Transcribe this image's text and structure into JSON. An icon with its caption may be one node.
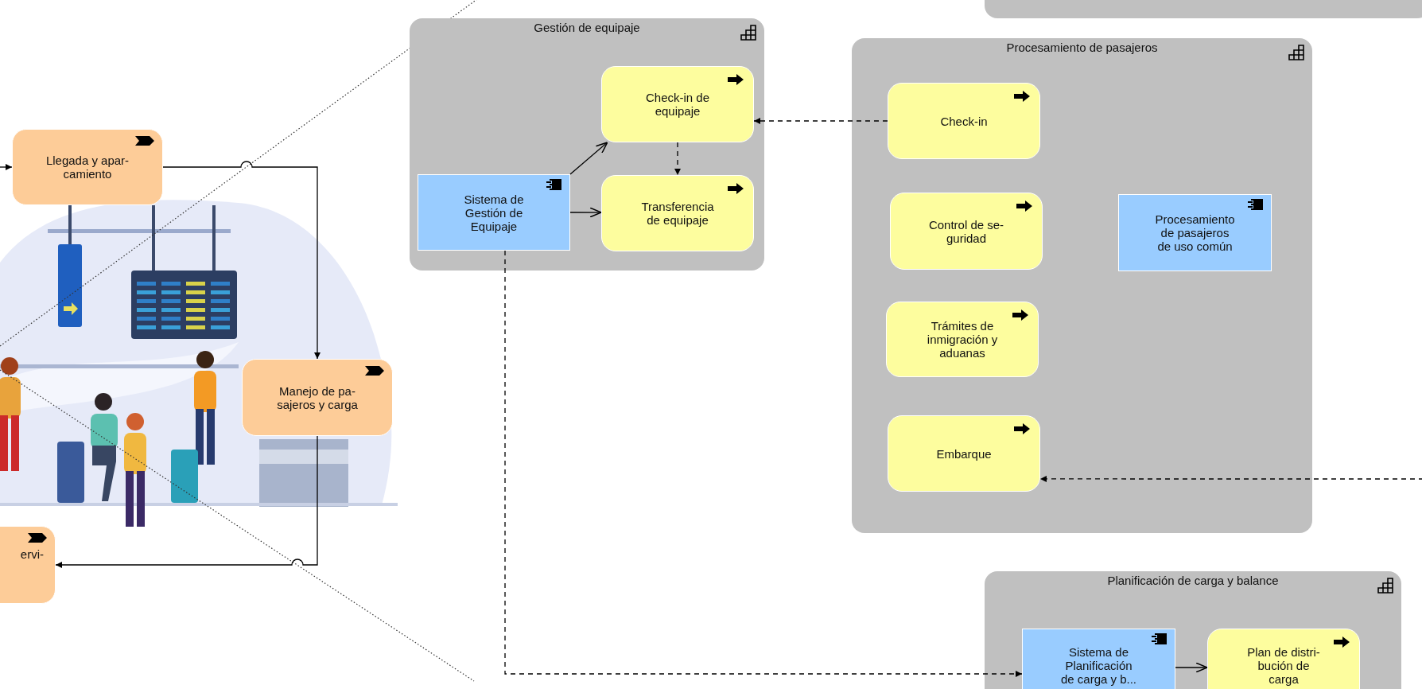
{
  "diagram": {
    "nodes": [
      {
        "text": [],
        "shape": "box"
      },
      {
        "text": [
          "Llegada y apar- camiento"
        ]
      },
      {
        "text": [
          "Gestión de equipaje"
        ]
      },
      {
        "text": [
          "Check-in de equipaje"
        ],
        "in": 2
      },
      {
        "text": [
          "Sistema de Gestión de Equipaje"
        ],
        "in": 2
      },
      {
        "text": [
          "Transferencia de equipaje"
        ],
        "in": 2
      },
      {
        "text": [
          "Procesamiento de pasajeros"
        ]
      },
      {
        "text": [
          "Check-in"
        ],
        "in": 6
      },
      {
        "text": [
          "Control de se- guridad"
        ],
        "in": 6
      },
      {
        "text": [
          "Procesamiento de pasajeros de uso común"
        ],
        "in": 6
      },
      {
        "text": [
          "Trámites de inmigración y aduanas"
        ],
        "in": 6
      },
      {
        "text": [
          "Embarque"
        ],
        "in": 6
      },
      {
        "text": [
          "Manejo de pa- sajeros y carga"
        ]
      },
      {
        "text": [
          "ervi-"
        ]
      },
      {
        "text": [
          "Planificación de carga y balance"
        ]
      },
      {
        "text": [
          "Sistema de Planificación de carga y b..."
        ],
        "in": 14
      },
      {
        "text": [
          "Plan de distri- bución de carga"
        ],
        "in": 14
      }
    ],
    "edges": [
      {
        "from": null,
        "to": 1,
        "arrow": "to"
      },
      {
        "from": 1,
        "to": 12,
        "arrow": "to"
      },
      {
        "from": 12,
        "to": 13,
        "arrow": "to"
      },
      {
        "from": 7,
        "to": 3,
        "arrow": "to",
        "style": "dashed"
      },
      {
        "from": 3,
        "to": 5,
        "arrow": "to",
        "style": "dashed"
      },
      {
        "from": 4,
        "to": 3,
        "arrow": "to"
      },
      {
        "from": 4,
        "to": 5,
        "arrow": "to"
      },
      {
        "from": 4,
        "to": 15,
        "arrow": "to",
        "style": "dashed"
      },
      {
        "from": null,
        "to": 11,
        "arrow": "to",
        "style": "dashed"
      },
      {
        "from": 15,
        "to": 16,
        "arrow": "to"
      }
    ]
  }
}
